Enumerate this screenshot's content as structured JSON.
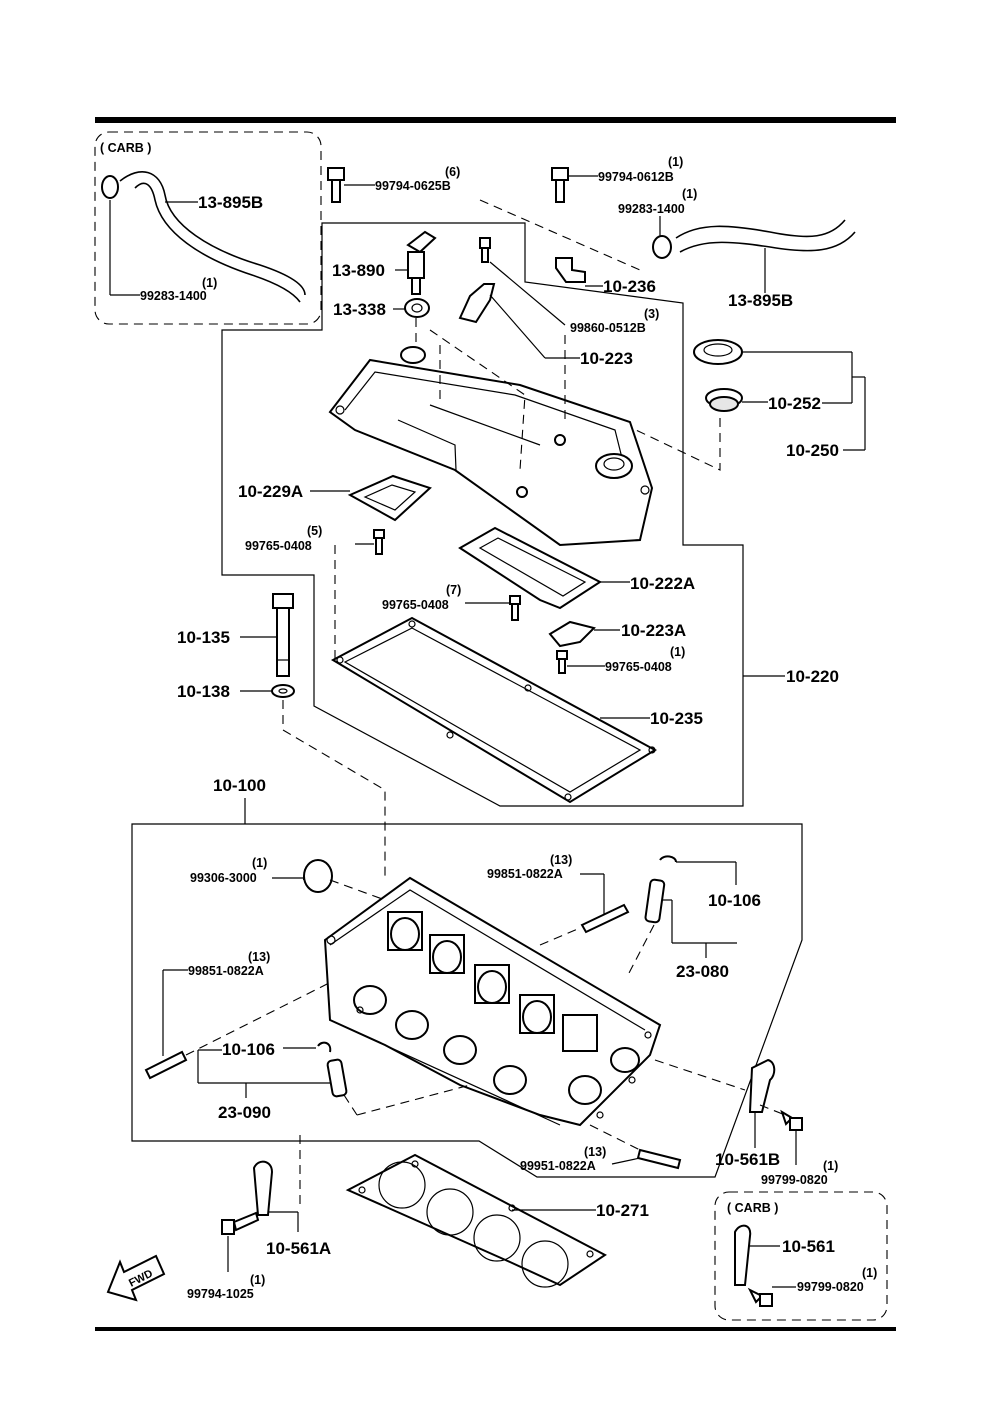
{
  "labels": {
    "carb_top": "( CARB )",
    "carb_bottom": "( CARB )",
    "hose_left": "13-895B",
    "clamp_left_qty": "(1)",
    "clamp_left": "99283-1400",
    "bolt_top_qty": "(6)",
    "bolt_top": "99794-0625B",
    "pcv_valve": "13-890",
    "grommet": "13-338",
    "bolt_tr_qty": "(1)",
    "bolt_tr": "99794-0612B",
    "clamp_right_qty": "(1)",
    "clamp_right": "99283-1400",
    "bracket_236": "10-236",
    "hose_right": "13-895B",
    "bolt_0512_qty": "(3)",
    "bolt_0512": "99860-0512B",
    "baffle_223": "10-223",
    "oil_cap": "10-252",
    "oil_cap_assy": "10-250",
    "plate_229a": "10-229A",
    "screw_a_qty": "(5)",
    "screw_a": "99765-0408",
    "plate_222a": "10-222A",
    "screw_b_qty": "(7)",
    "screw_b": "99765-0408",
    "bolt_135": "10-135",
    "washer_138": "10-138",
    "plate_223a": "10-223A",
    "screw_c_qty": "(1)",
    "screw_c": "99765-0408",
    "cover_assy": "10-220",
    "gasket_235": "10-235",
    "head_assy": "10-100",
    "plug_qty": "(1)",
    "plug": "99306-3000",
    "stud_top_qty": "(13)",
    "stud_top": "99851-0822A",
    "seal_106_r": "10-106",
    "guide_080": "23-080",
    "stud_left_qty": "(13)",
    "stud_left": "99851-0822A",
    "seal_106_l": "10-106",
    "guide_090": "23-090",
    "hanger_561b": "10-561B",
    "bolt_0820_qty": "(1)",
    "bolt_0820": "99799-0820",
    "stud_bot_qty": "(13)",
    "stud_bot": "99951-0822A",
    "head_gasket": "10-271",
    "hanger_561a": "10-561A",
    "bolt_1025_qty": "(1)",
    "bolt_1025": "99794-1025",
    "hanger_561": "10-561",
    "bolt_0820b_qty": "(1)",
    "bolt_0820b": "99799-0820",
    "fwd": "FWD"
  }
}
